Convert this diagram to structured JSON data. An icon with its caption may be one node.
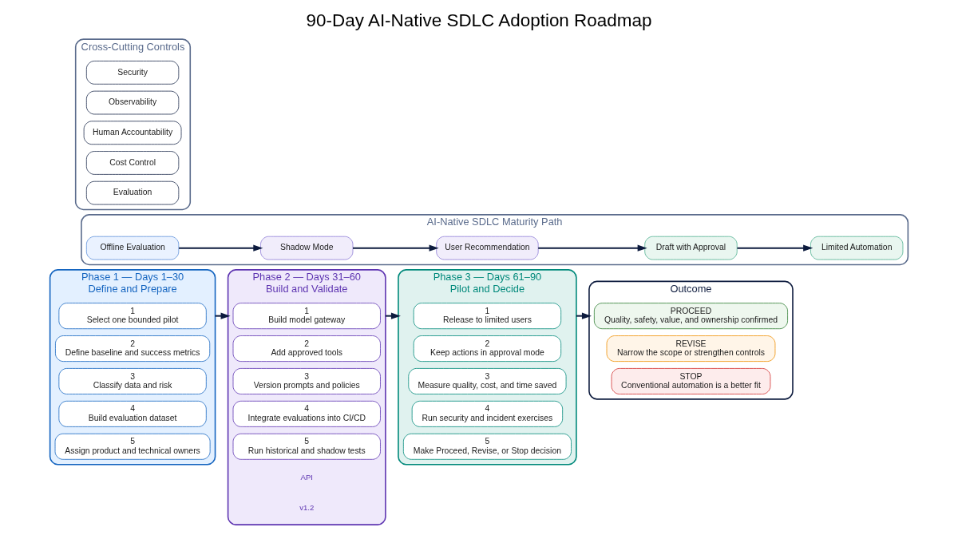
{
  "diagram": {
    "title": "90-Day AI-Native SDLC Adoption Roadmap",
    "nodes": [
      {
        "text": [
          "Phase 1 — Days 1–30",
          "Define and Prepare"
        ]
      },
      {
        "text": [
          "1",
          "Select one bounded pilot"
        ],
        "in": 0
      },
      {
        "text": [
          "2",
          "Define baseline and success metrics"
        ],
        "in": 0
      },
      {
        "text": [
          "3",
          "Classify data and risk"
        ],
        "in": 0
      },
      {
        "text": [
          "4",
          "Build evaluation dataset"
        ],
        "in": 0
      },
      {
        "text": [
          "5",
          "Assign product and technical owners"
        ],
        "in": 0
      },
      {
        "text": [
          "Phase 2 — Days 31–60",
          "Build and Validate"
        ]
      },
      {
        "text": [
          "1",
          "Build model gateway"
        ],
        "in": 6
      },
      {
        "text": [
          "2",
          "Add approved tools"
        ],
        "in": 6
      },
      {
        "text": [
          "3",
          "Version prompts and policies"
        ],
        "in": 6
      },
      {
        "text": [
          "4",
          "Integrate evaluations into CI/CD"
        ],
        "in": 6
      },
      {
        "text": [
          "5",
          "Run historical and shadow tests"
        ],
        "in": 6
      },
      {
        "text": [
          "Phase 3 — Days 61–90",
          "Pilot and Decide"
        ]
      },
      {
        "text": [
          "1",
          "Release to limited users"
        ],
        "in": 12
      },
      {
        "text": [
          "2",
          "Keep actions in approval mode"
        ],
        "in": 12
      },
      {
        "text": [
          "3",
          "Measure quality, cost, and time saved"
        ],
        "in": 12
      },
      {
        "text": [
          "4",
          "Run security and incident exercises"
        ],
        "in": 12
      },
      {
        "text": [
          "5",
          "Make Proceed, Revise, or Stop decision"
        ],
        "in": 12
      },
      {
        "text": [
          "Outcome"
        ]
      },
      {
        "text": [
          "PROCEED",
          "Quality, safety, value, and ownership confirmed"
        ],
        "in": 18
      },
      {
        "text": [
          "REVISE",
          "Narrow the scope or strengthen controls"
        ],
        "in": 18
      },
      {
        "text": [
          "STOP",
          "Conventional automation is a better fit"
        ],
        "in": 18
      },
      {
        "text": [
          "AI-Native SDLC Maturity Path"
        ]
      },
      {
        "text": [
          "Offline Evaluation"
        ],
        "in": 22
      },
      {
        "text": [
          "Shadow Mode"
        ],
        "in": 22
      },
      {
        "text": [
          "User Recommendation"
        ],
        "in": 22
      },
      {
        "text": [
          "Draft with Approval"
        ],
        "in": 22
      },
      {
        "text": [
          "Limited Automation"
        ],
        "in": 22
      },
      {
        "text": [
          "Cross-Cutting Controls"
        ]
      },
      {
        "text": [
          "Security"
        ],
        "in": 28
      },
      {
        "text": [
          "Observability"
        ],
        "in": 28
      },
      {
        "text": [
          "Human Accountability"
        ],
        "in": 28
      },
      {
        "text": [
          "Cost Control"
        ],
        "in": 28
      },
      {
        "text": [
          "Evaluation"
        ],
        "in": 28
      }
    ],
    "edges": [
      {
        "from": 0,
        "to": 6,
        "arrow": "to"
      },
      {
        "from": 6,
        "to": 12,
        "arrow": "to"
      },
      {
        "from": 12,
        "to": 18,
        "arrow": "to"
      },
      {
        "from": 23,
        "to": 24,
        "arrow": "to"
      },
      {
        "from": 24,
        "to": 25,
        "arrow": "to"
      },
      {
        "from": 25,
        "to": 26,
        "arrow": "to"
      },
      {
        "from": 26,
        "to": 27,
        "arrow": "to"
      }
    ],
    "labels": [
      "API",
      "v1.2"
    ]
  }
}
